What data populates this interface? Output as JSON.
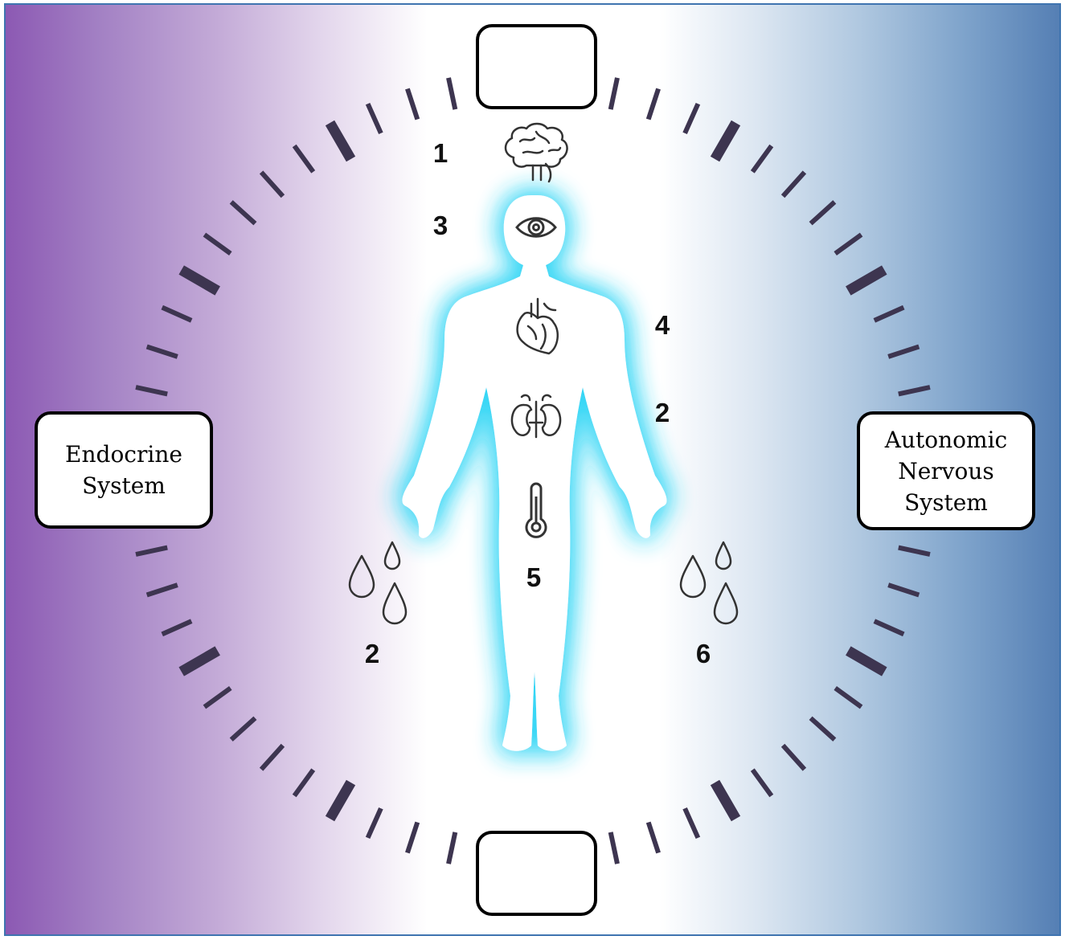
{
  "boxes": {
    "endocrine": "Endocrine\nSystem",
    "autonomic": "Autonomic\nNervous\nSystem"
  },
  "icons": {
    "top": "sun-icon",
    "bottom": "moon-icon",
    "brain": "brain-icon",
    "eye": "eye-icon",
    "heart": "heart-icon",
    "kidney": "kidneys-icon",
    "thermometer": "thermometer-icon",
    "drops": "water-drops-icon"
  },
  "labels": {
    "brain": "1",
    "eye": "3",
    "heart": "4",
    "kidney": "2",
    "thermometer": "5",
    "drops_left": "2",
    "drops_right": "6"
  },
  "colors": {
    "left_gradient": "#8c59b3",
    "right_gradient": "#557fb4",
    "body_glow": "#35d6f5",
    "tick": "#3d3550",
    "frame": "#3f74b0"
  }
}
